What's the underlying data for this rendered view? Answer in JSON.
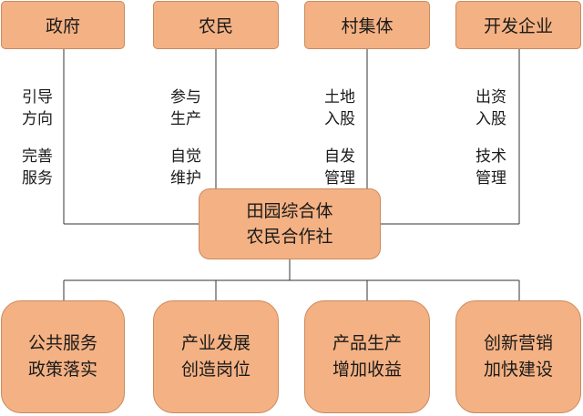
{
  "top_boxes": [
    {
      "label": "政府"
    },
    {
      "label": "农民"
    },
    {
      "label": "村集体"
    },
    {
      "label": "开发企业"
    }
  ],
  "roles": [
    {
      "line1": "引导",
      "line2": "方向",
      "line3": "完善",
      "line4": "服务"
    },
    {
      "line1": "参与",
      "line2": "生产",
      "line3": "自觉",
      "line4": "维护"
    },
    {
      "line1": "土地",
      "line2": "入股",
      "line3": "自发",
      "line4": "管理"
    },
    {
      "line1": "出资",
      "line2": "入股",
      "line3": "技术",
      "line4": "管理"
    }
  ],
  "center": {
    "line1": "田园综合体",
    "line2": "农民合作社"
  },
  "bottom_boxes": [
    {
      "line1": "公共服务",
      "line2": "政策落实"
    },
    {
      "line1": "产业发展",
      "line2": "创造岗位"
    },
    {
      "line1": "产品生产",
      "line2": "增加收益"
    },
    {
      "line1": "创新营销",
      "line2": "加快建设"
    }
  ],
  "colors": {
    "box_fill": "#f4b183",
    "box_border": "#c98a5e",
    "line": "#333333"
  }
}
